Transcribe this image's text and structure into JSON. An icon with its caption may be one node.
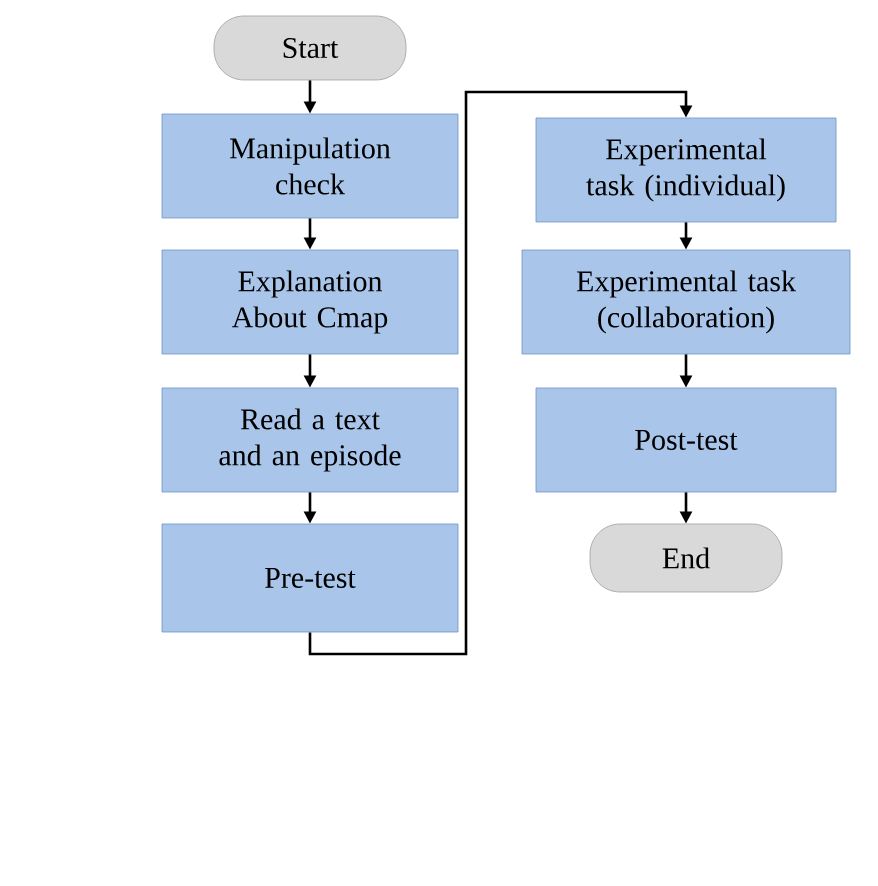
{
  "diagram": {
    "nodes": [
      {
        "text": [
          "Start"
        ]
      },
      {
        "text": [
          "Manipulation check"
        ]
      },
      {
        "text": [
          "Explanation About Cmap"
        ]
      },
      {
        "text": [
          "Read a text and an episode"
        ]
      },
      {
        "text": [
          "Pre-test"
        ]
      },
      {
        "text": [
          "Experimental task (individual)"
        ]
      },
      {
        "text": [
          "Experimental task (collaboration)"
        ]
      },
      {
        "text": [
          "Post-test"
        ]
      },
      {
        "text": [
          "End"
        ]
      }
    ],
    "edges": [
      {
        "from": 0,
        "to": 1,
        "arrow": "to"
      },
      {
        "from": 1,
        "to": 2,
        "arrow": "to"
      },
      {
        "from": 2,
        "to": 3,
        "arrow": "to"
      },
      {
        "from": 3,
        "to": 4,
        "arrow": "to"
      },
      {
        "from": 4,
        "to": 5,
        "arrow": "to"
      },
      {
        "from": 5,
        "to": 6,
        "arrow": "to"
      },
      {
        "from": 6,
        "to": 7,
        "arrow": "to"
      },
      {
        "from": 7,
        "to": 8,
        "arrow": "to"
      }
    ]
  }
}
